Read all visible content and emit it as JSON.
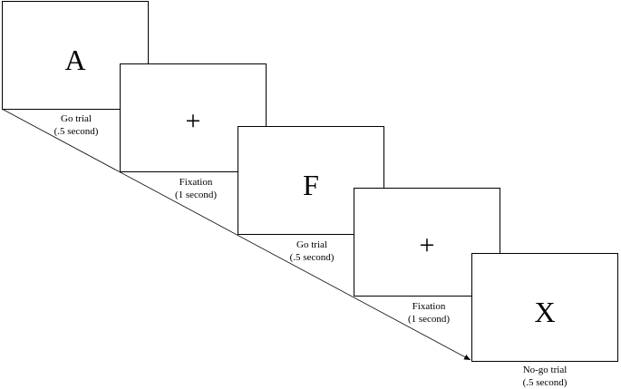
{
  "trials": [
    {
      "stimulus": "A",
      "label": "Go trial",
      "duration": "(.5 second)"
    },
    {
      "stimulus": "+",
      "label": "Fixation",
      "duration": "(1 second)"
    },
    {
      "stimulus": "F",
      "label": "Go trial",
      "duration": "(.5 second)"
    },
    {
      "stimulus": "+",
      "label": "Fixation",
      "duration": "(1 second)"
    },
    {
      "stimulus": "X",
      "label": "No-go trial",
      "duration": "(.5 second)"
    }
  ]
}
